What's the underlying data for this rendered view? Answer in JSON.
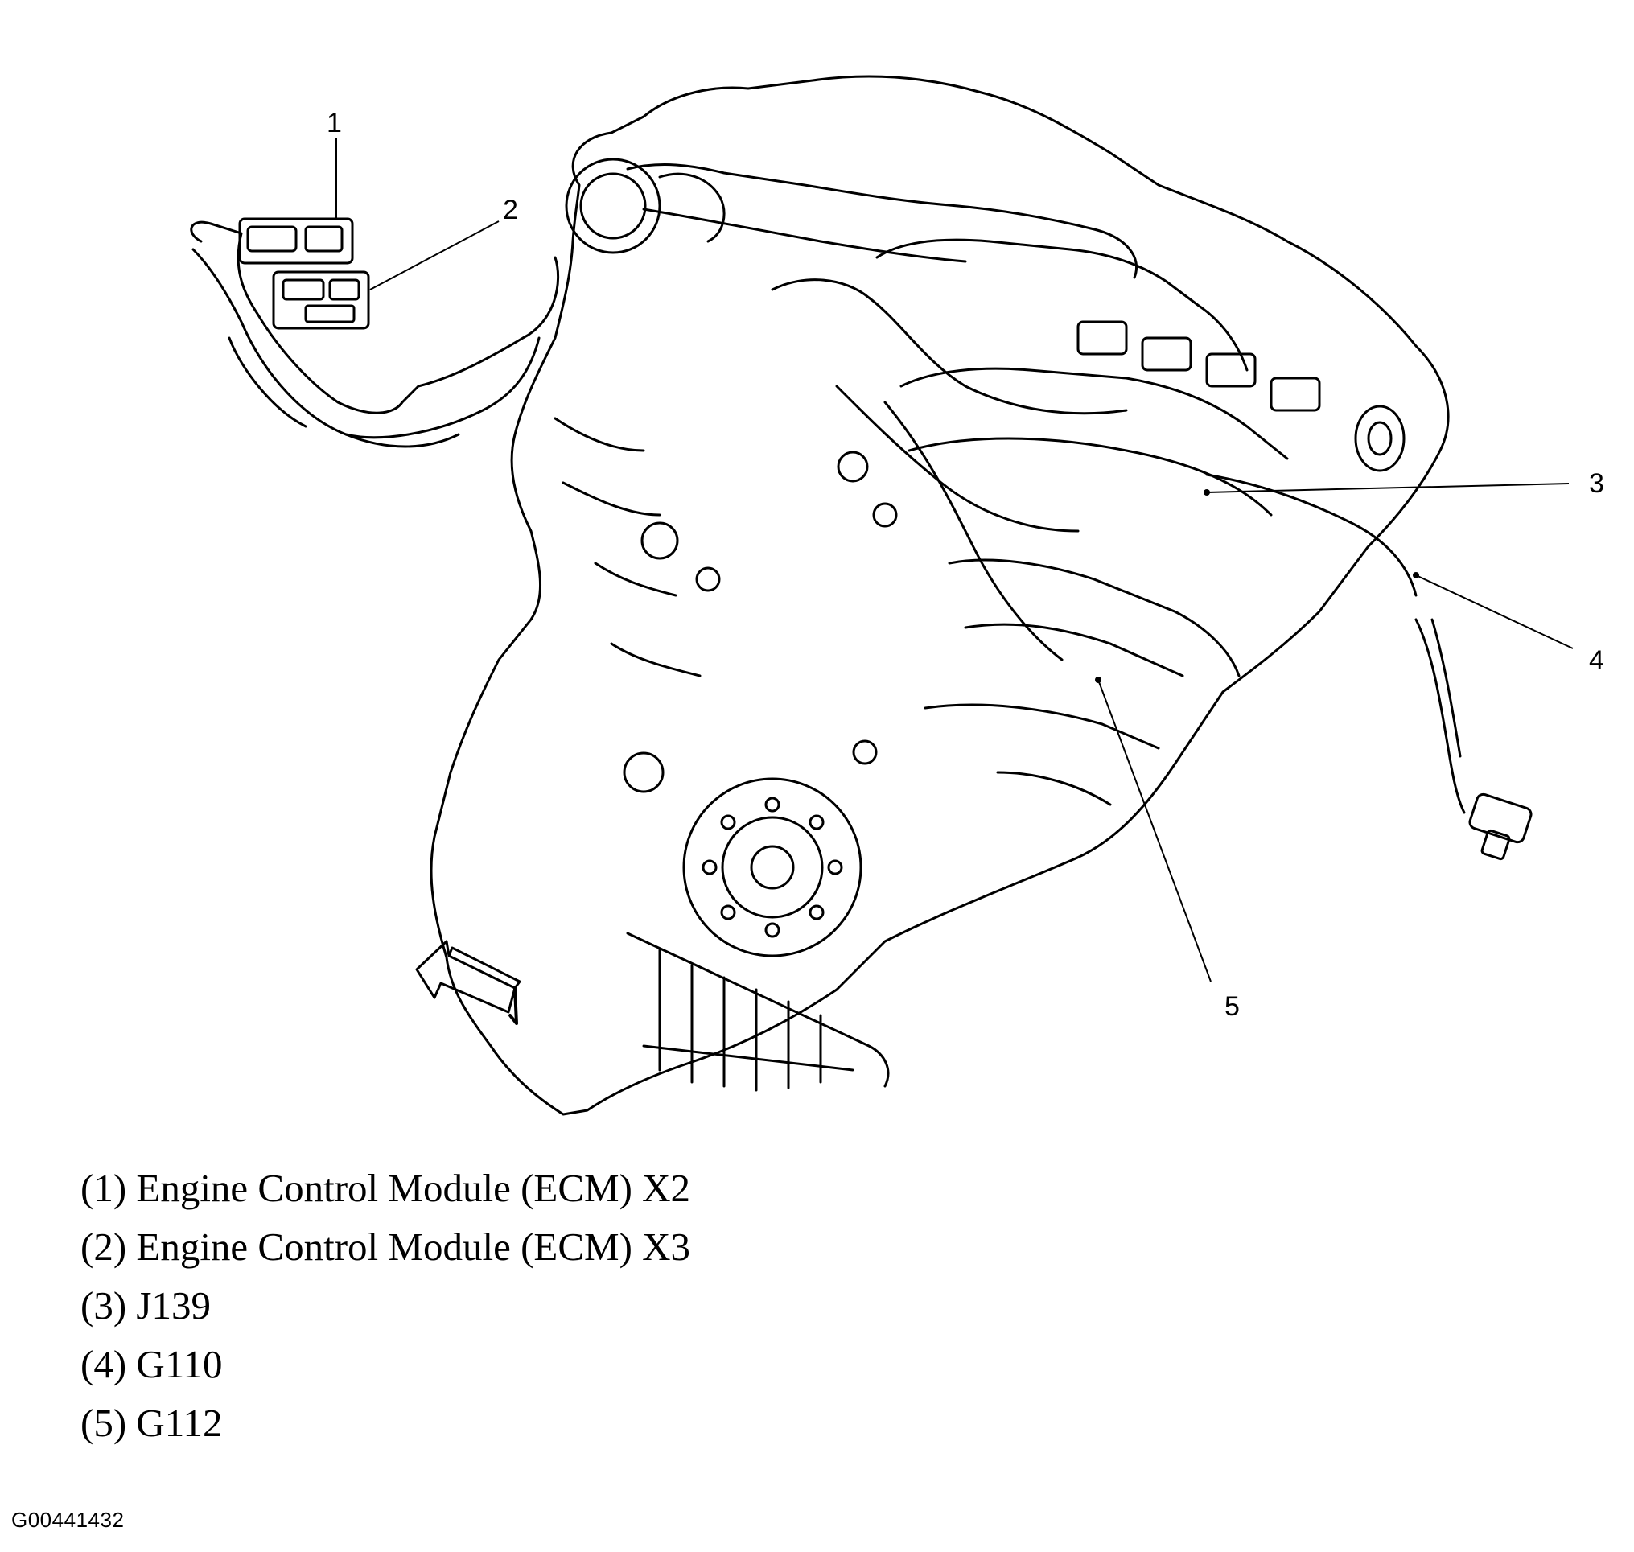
{
  "callouts": [
    {
      "number": "1"
    },
    {
      "number": "2"
    },
    {
      "number": "3"
    },
    {
      "number": "4"
    },
    {
      "number": "5"
    }
  ],
  "legend": [
    {
      "text": "(1) Engine Control Module (ECM) X2"
    },
    {
      "text": "(2) Engine Control Module (ECM) X3"
    },
    {
      "text": "(3) J139"
    },
    {
      "text": "(4) G110"
    },
    {
      "text": "(5) G112"
    }
  ],
  "figure_id": "G00441432"
}
